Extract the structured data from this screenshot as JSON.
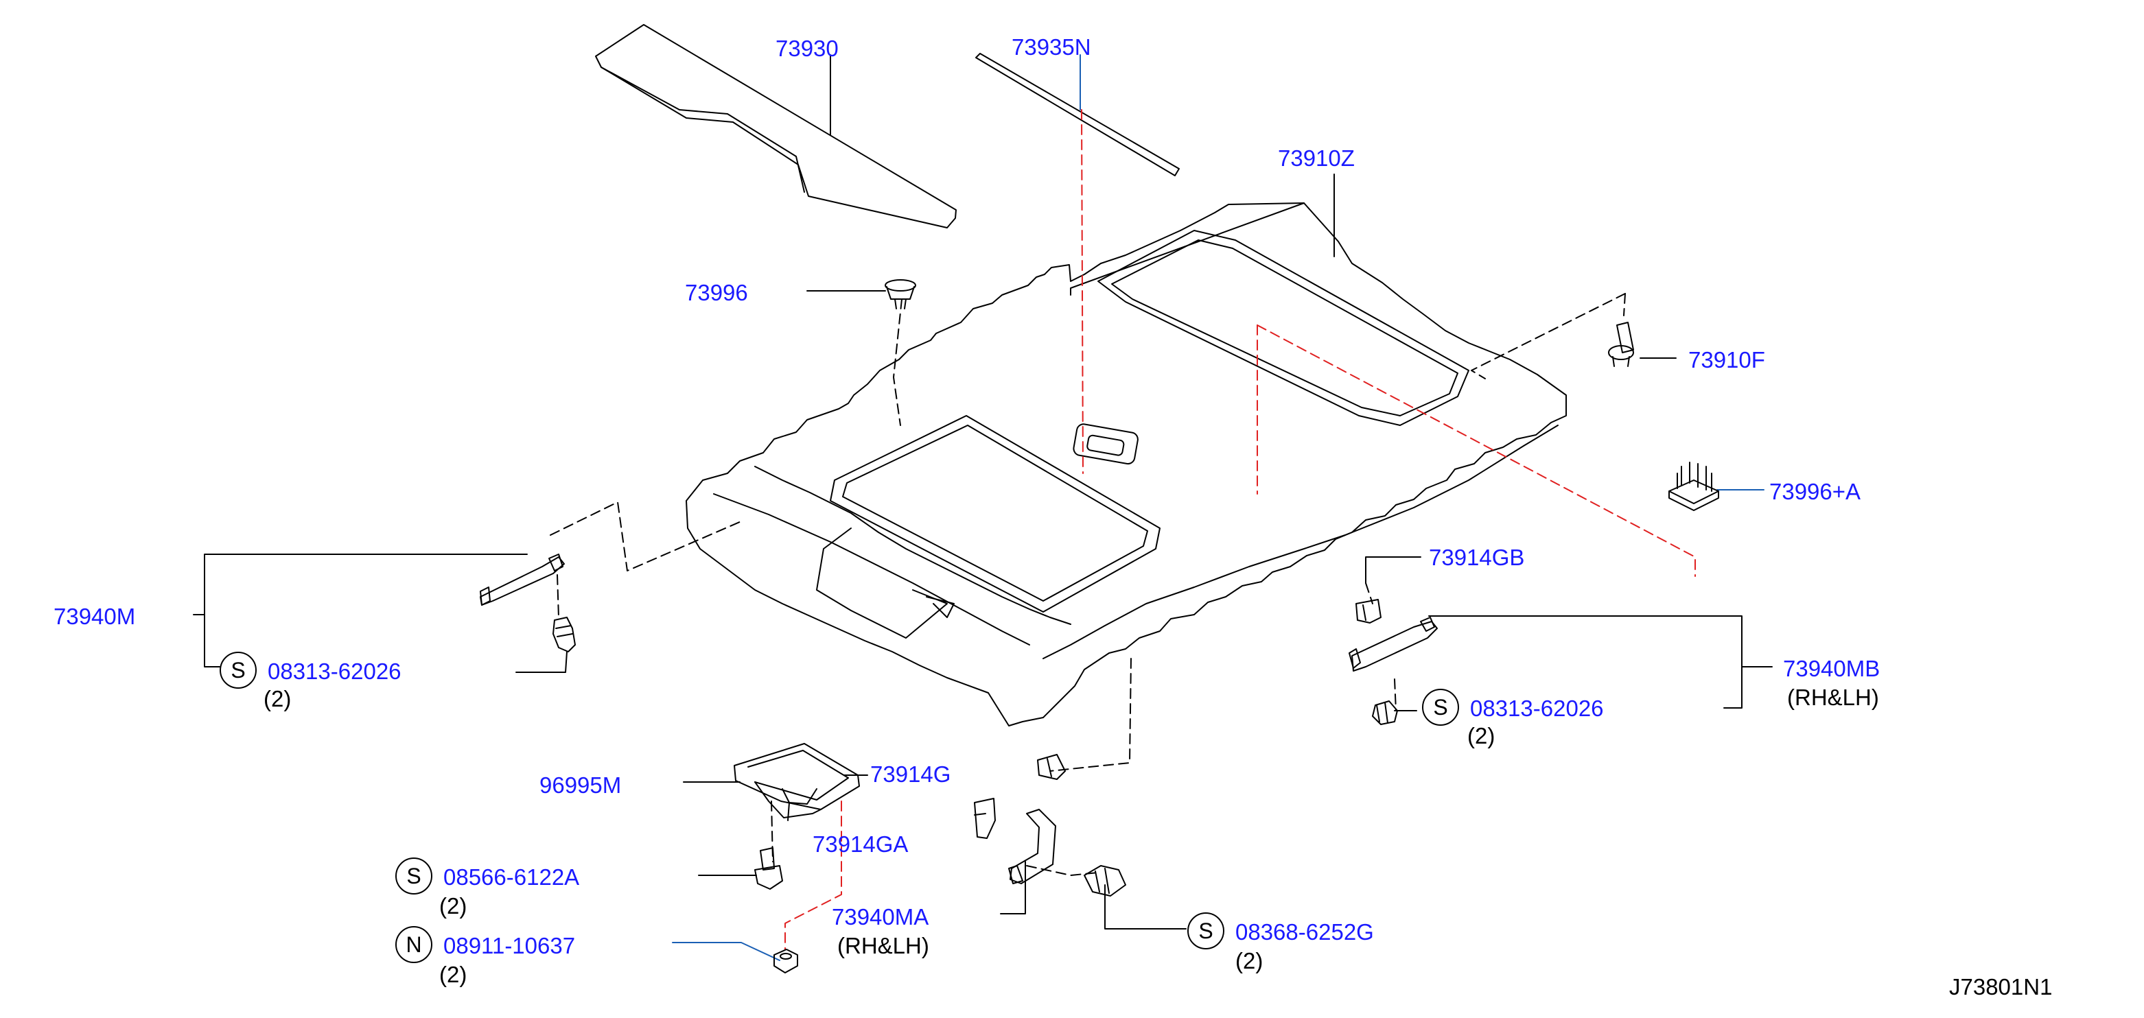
{
  "parts": {
    "p73930": "73930",
    "p73935n": "73935N",
    "p73910z": "73910Z",
    "p73996": "73996",
    "p73910f": "73910F",
    "p73996a": "73996+A",
    "p73914gb": "73914GB",
    "p73940m": "73940M",
    "p73940mb": "73940MB",
    "p96995m": "96995M",
    "p73914g": "73914G",
    "p73914ga": "73914GA",
    "p73940ma": "73940MA",
    "p08313_left": "08313-62026",
    "p08313_right": "08313-62026",
    "p08566": "08566-6122A",
    "p08911": "08911-10637",
    "p08368": "08368-6252G"
  },
  "notes": {
    "rhlh_mb": "(RH&LH)",
    "rhlh_ma": "(RH&LH)",
    "qty_08313_left": "(2)",
    "qty_08313_right": "(2)",
    "qty_08566": "(2)",
    "qty_08911": "(2)",
    "qty_08368": "(2)"
  },
  "symbols": {
    "s1": "S",
    "s2": "S",
    "s3": "S",
    "s4": "S",
    "n1": "N"
  },
  "diagram_code": "J73801N1",
  "colors": {
    "part_label": "#1a1aff",
    "leader_red": "#e02020",
    "leader_blue": "#1a5fb4",
    "line": "#000000"
  }
}
